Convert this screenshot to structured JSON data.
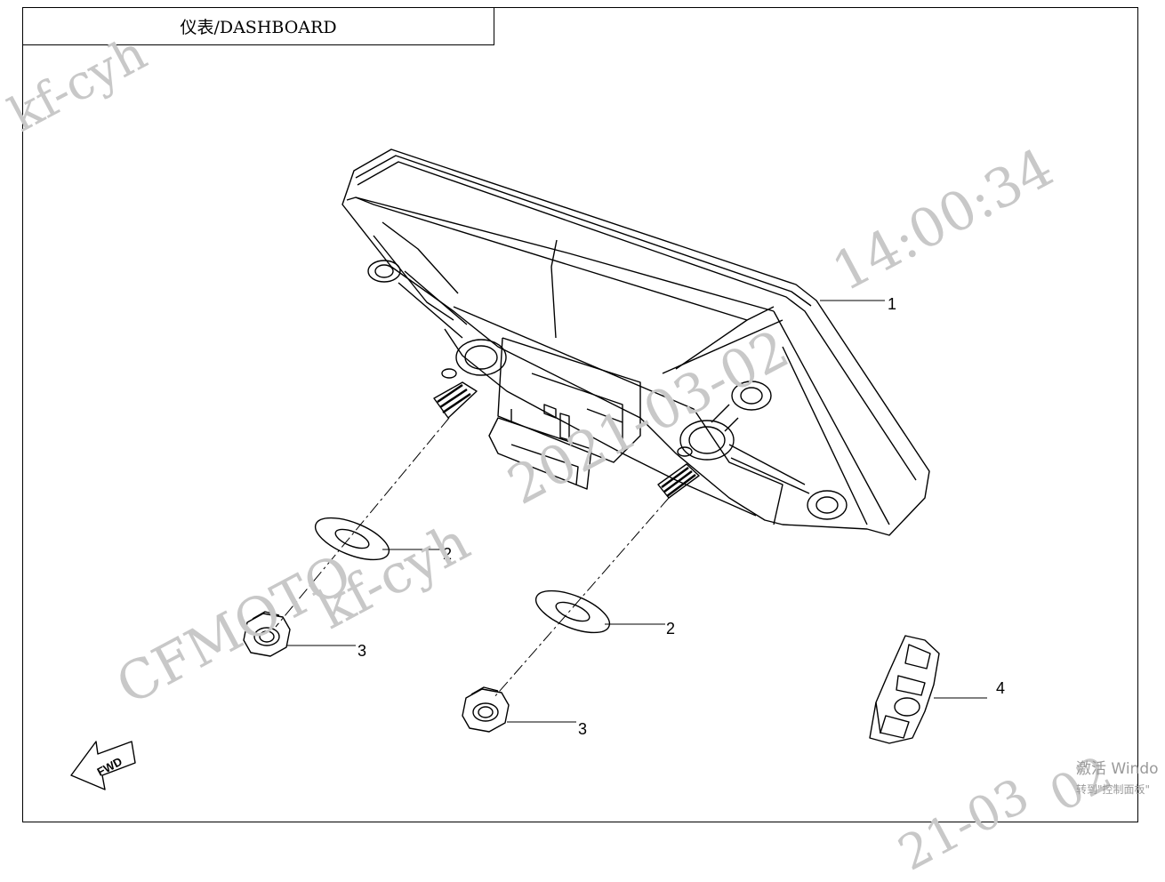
{
  "title": "仪表/DASHBOARD",
  "callouts": [
    {
      "label": "1",
      "part": "dashboard"
    },
    {
      "label": "2",
      "part": "washer"
    },
    {
      "label": "2",
      "part": "washer"
    },
    {
      "label": "3",
      "part": "nut"
    },
    {
      "label": "3",
      "part": "nut"
    },
    {
      "label": "4",
      "part": "switch"
    }
  ],
  "fwd_label": "FWD",
  "watermarks": {
    "brand": "CFMOTO",
    "user": "kf-cyh",
    "time": "14:00:34",
    "date": "2021-03-02",
    "date_partial": "02",
    "date_partial2": "21-03",
    "user_partial": "kf-cyh"
  },
  "activation": {
    "line1": "激活 Windo",
    "line2": "转到\"控制面板\""
  }
}
